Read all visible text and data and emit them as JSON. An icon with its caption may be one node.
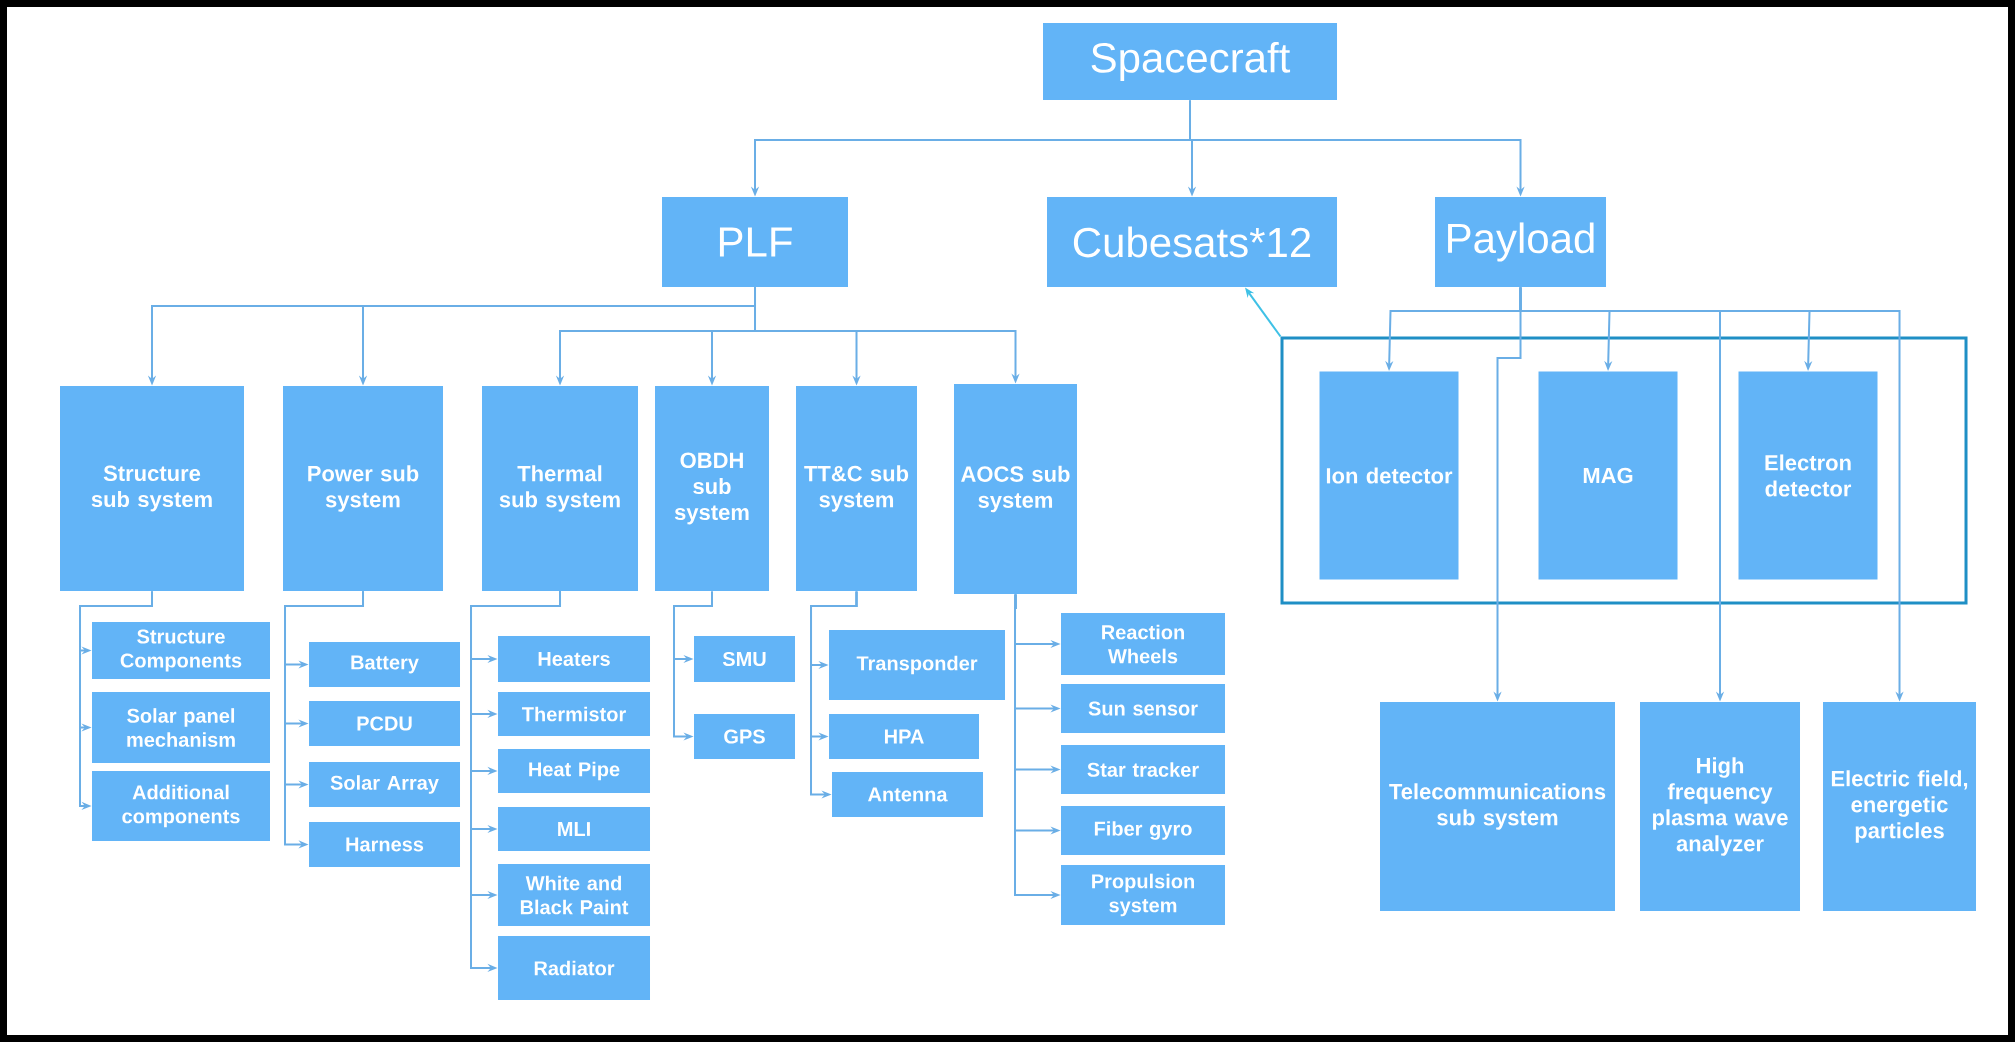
{
  "diagram": {
    "nodes": [
      {
        "text": [
          "Spacecraft"
        ]
      },
      {
        "text": [
          "PLF"
        ]
      },
      {
        "text": [
          "Cubesats*12"
        ]
      },
      {
        "text": [
          "Payload"
        ]
      },
      {
        "text": [
          "Structure sub system"
        ]
      },
      {
        "text": [
          "Power sub system"
        ]
      },
      {
        "text": [
          "Thermal sub system"
        ]
      },
      {
        "text": [
          "OBDH sub system"
        ]
      },
      {
        "text": [
          "TT&C sub system"
        ]
      },
      {
        "text": [
          "AOCS sub system"
        ]
      },
      {
        "text": [
          "Structure Components"
        ]
      },
      {
        "text": [
          "Solar panel mechanism"
        ]
      },
      {
        "text": [
          "Additional components"
        ]
      },
      {
        "text": [
          "Battery"
        ]
      },
      {
        "text": [
          "PCDU"
        ]
      },
      {
        "text": [
          "Solar Array"
        ]
      },
      {
        "text": [
          "Harness"
        ]
      },
      {
        "text": [
          "Heaters"
        ]
      },
      {
        "text": [
          "Thermistor"
        ]
      },
      {
        "text": [
          "Heat Pipe"
        ]
      },
      {
        "text": [
          "MLI"
        ]
      },
      {
        "text": [
          "White and Black Paint"
        ]
      },
      {
        "text": [
          "Radiator"
        ]
      },
      {
        "text": [
          "SMU"
        ]
      },
      {
        "text": [
          "GPS"
        ]
      },
      {
        "text": [
          "Transponder"
        ]
      },
      {
        "text": [
          "HPA"
        ]
      },
      {
        "text": [
          "Antenna"
        ]
      },
      {
        "text": [
          "Reaction Wheels"
        ]
      },
      {
        "text": [
          "Sun sensor"
        ]
      },
      {
        "text": [
          "Star tracker"
        ]
      },
      {
        "text": [
          "Fiber gyro"
        ]
      },
      {
        "text": [
          "Propulsion system"
        ]
      },
      {
        "text": [],
        "shape": "box"
      },
      {
        "text": [
          "Ion detector"
        ],
        "in": 33
      },
      {
        "text": [
          "MAG"
        ],
        "in": 33
      },
      {
        "text": [
          "Electron detector"
        ],
        "in": 33
      },
      {
        "text": [
          "Telecommunications sub system"
        ]
      },
      {
        "text": [
          "High frequency plasma wave analyzer"
        ]
      },
      {
        "text": [
          "Electric field, energetic particles"
        ]
      }
    ],
    "edges": [
      {
        "from": 0,
        "to": 1,
        "arrow": "to"
      },
      {
        "from": 0,
        "to": 2,
        "arrow": "to"
      },
      {
        "from": 0,
        "to": 3,
        "arrow": "to"
      },
      {
        "from": 1,
        "to": 4,
        "arrow": "to"
      },
      {
        "from": 1,
        "to": 5,
        "arrow": "to"
      },
      {
        "from": 1,
        "to": 6,
        "arrow": "to"
      },
      {
        "from": 1,
        "to": 7,
        "arrow": "to"
      },
      {
        "from": 1,
        "to": 8,
        "arrow": "to"
      },
      {
        "from": 1,
        "to": 9,
        "arrow": "to"
      },
      {
        "from": 4,
        "to": 10,
        "arrow": "to"
      },
      {
        "from": 4,
        "to": 11,
        "arrow": "to"
      },
      {
        "from": 4,
        "to": 12,
        "arrow": "to"
      },
      {
        "from": 5,
        "to": 13,
        "arrow": "to"
      },
      {
        "from": 5,
        "to": 14,
        "arrow": "to"
      },
      {
        "from": 5,
        "to": 15,
        "arrow": "to"
      },
      {
        "from": 5,
        "to": 16,
        "arrow": "to"
      },
      {
        "from": 6,
        "to": 17,
        "arrow": "to"
      },
      {
        "from": 6,
        "to": 18,
        "arrow": "to"
      },
      {
        "from": 6,
        "to": 19,
        "arrow": "to"
      },
      {
        "from": 6,
        "to": 20,
        "arrow": "to"
      },
      {
        "from": 6,
        "to": 21,
        "arrow": "to"
      },
      {
        "from": 6,
        "to": 22,
        "arrow": "to"
      },
      {
        "from": 7,
        "to": 23,
        "arrow": "to"
      },
      {
        "from": 7,
        "to": 24,
        "arrow": "to"
      },
      {
        "from": 8,
        "to": 25,
        "arrow": "to"
      },
      {
        "from": 8,
        "to": 26,
        "arrow": "to"
      },
      {
        "from": 8,
        "to": 27,
        "arrow": "to"
      },
      {
        "from": 9,
        "to": 28,
        "arrow": "to"
      },
      {
        "from": 9,
        "to": 29,
        "arrow": "to"
      },
      {
        "from": 9,
        "to": 30,
        "arrow": "to"
      },
      {
        "from": 9,
        "to": 31,
        "arrow": "to"
      },
      {
        "from": 9,
        "to": 32,
        "arrow": "to"
      },
      {
        "from": 3,
        "to": 34,
        "arrow": "to"
      },
      {
        "from": 3,
        "to": 35,
        "arrow": "to"
      },
      {
        "from": 3,
        "to": 36,
        "arrow": "to"
      },
      {
        "from": 3,
        "to": 37,
        "arrow": "to"
      },
      {
        "from": 3,
        "to": 38,
        "arrow": "to"
      },
      {
        "from": 3,
        "to": 39,
        "arrow": "to"
      },
      {
        "from": 33,
        "to": 2,
        "arrow": "to",
        "color": "#3fc1e6"
      }
    ]
  }
}
